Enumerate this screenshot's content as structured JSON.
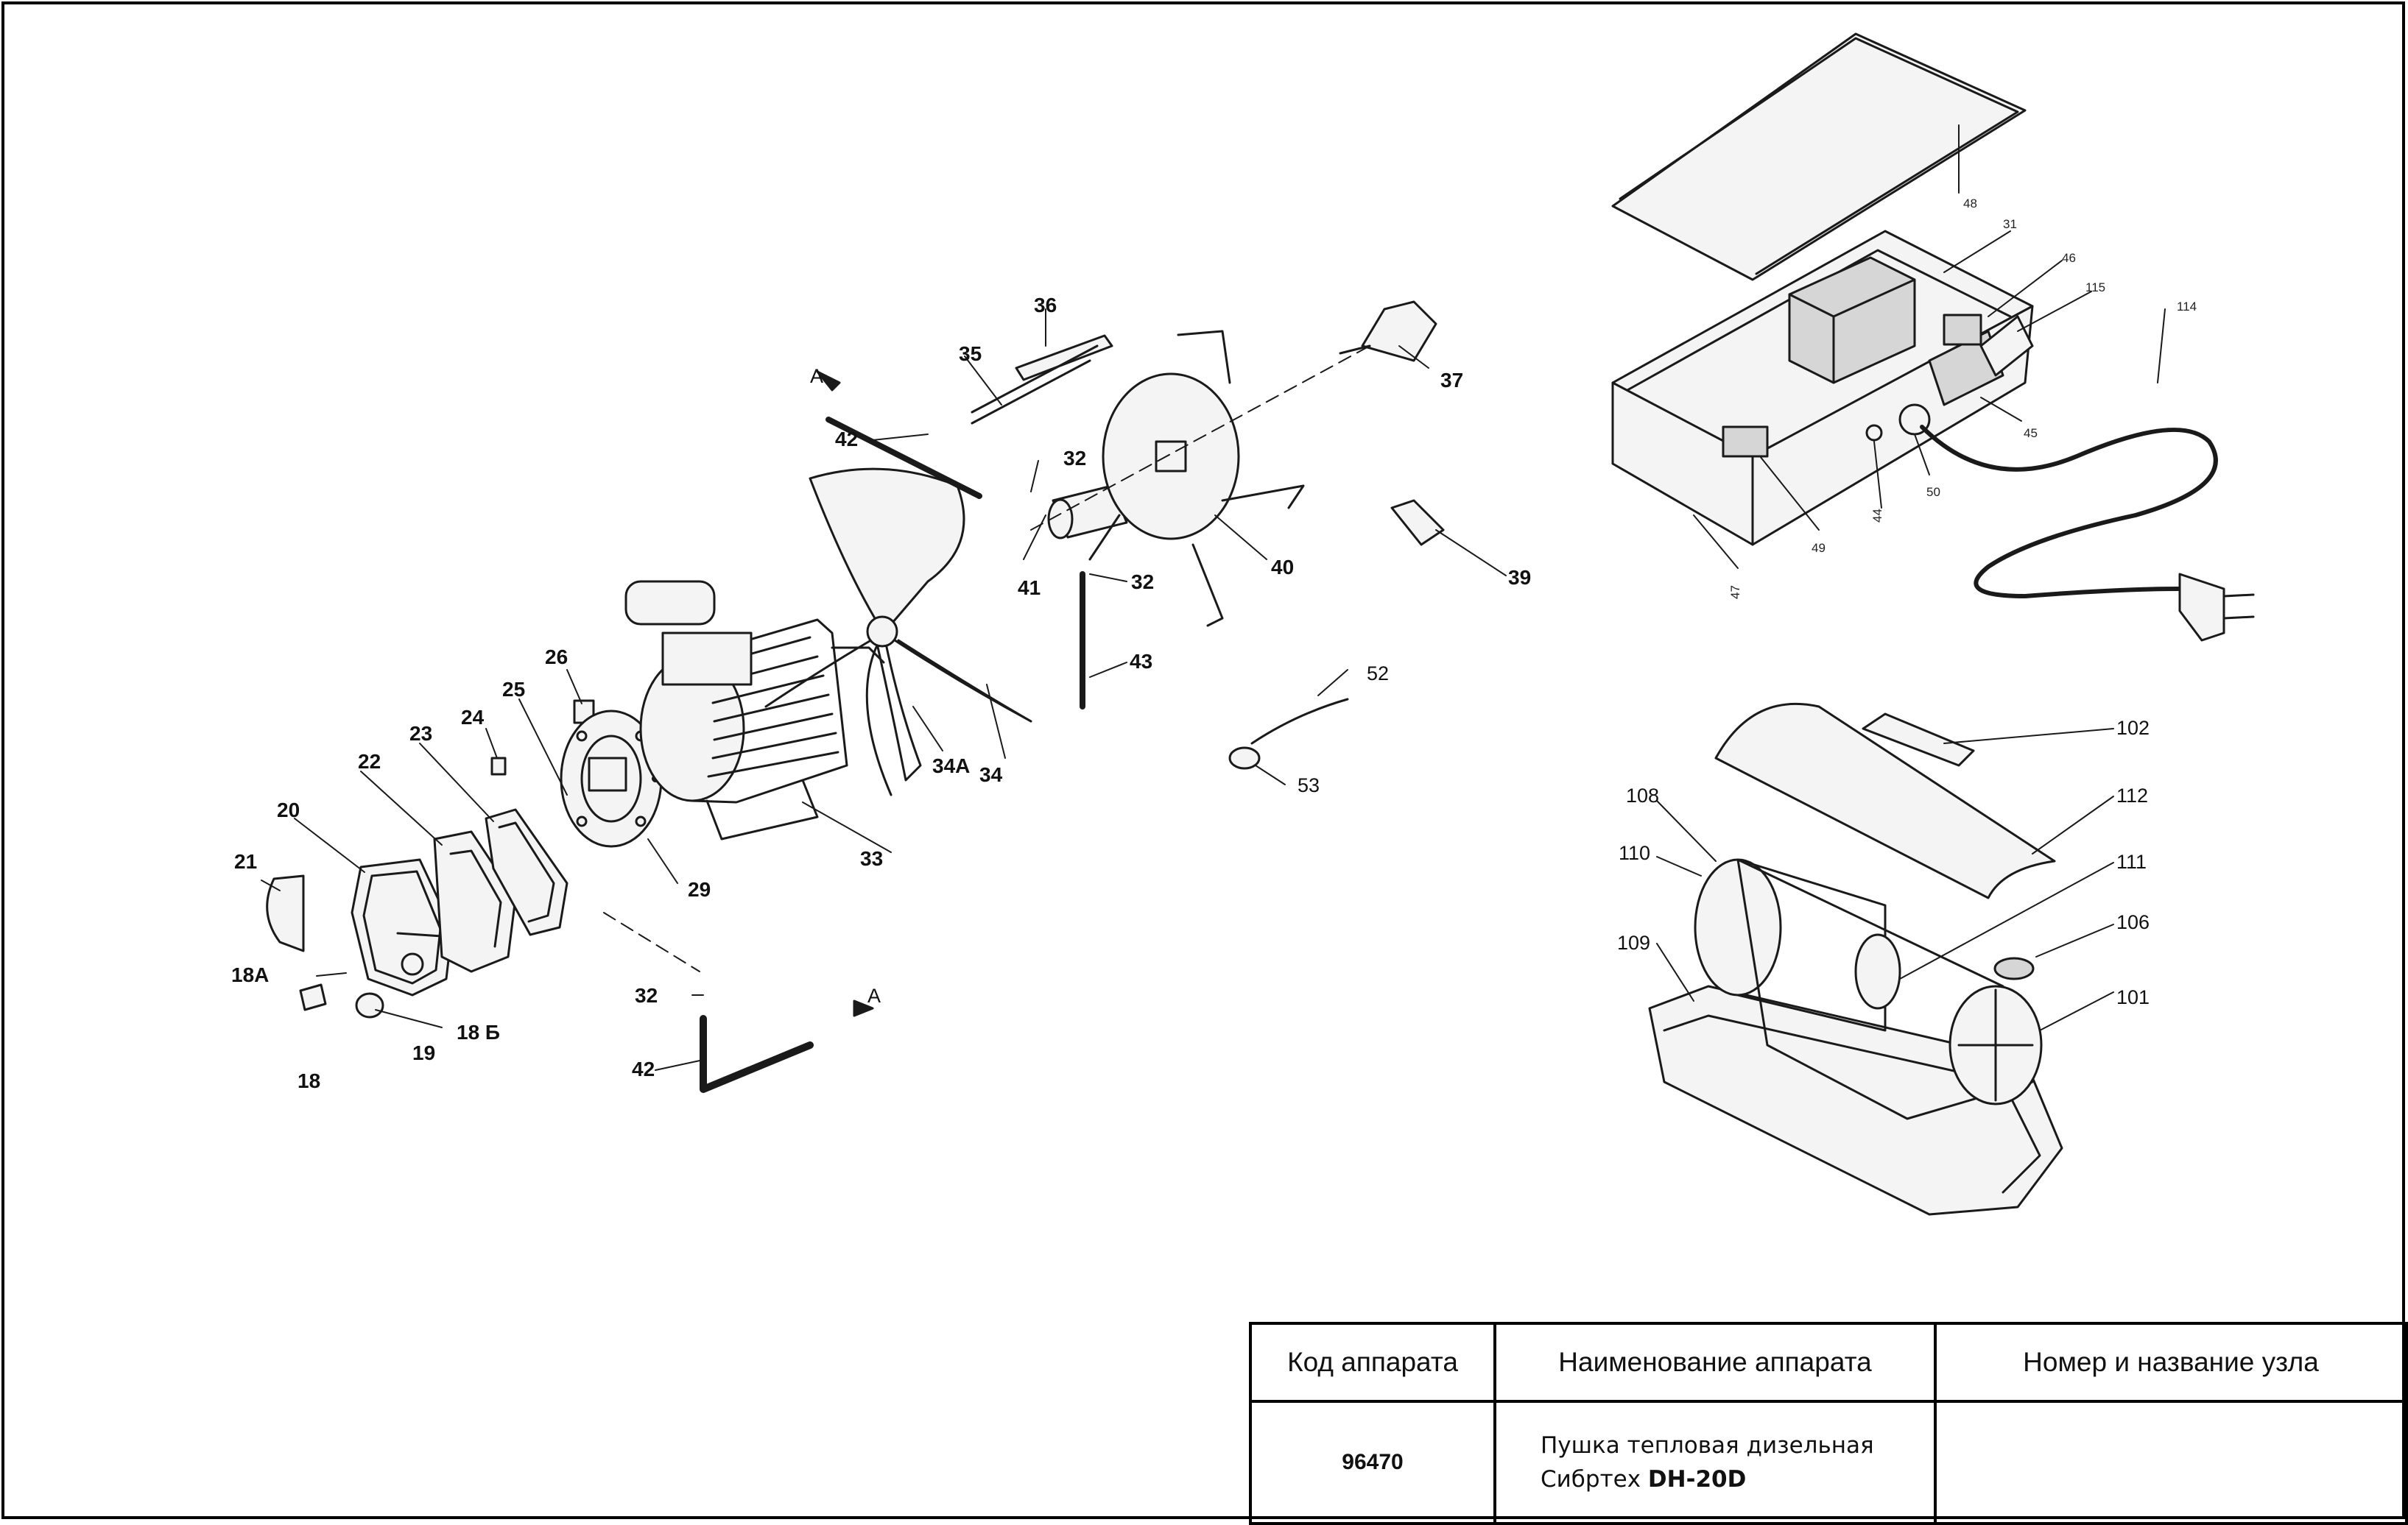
{
  "labels": {
    "l18": "18",
    "l18a": "18A",
    "l18b": "18 Б",
    "l19": "19",
    "l20": "20",
    "l21": "21",
    "l22": "22",
    "l23": "23",
    "l24": "24",
    "l25": "25",
    "l26": "26",
    "l29": "29",
    "l32a": "32",
    "l32b": "32",
    "l32c": "32",
    "l33": "33",
    "l34": "34",
    "l34a": "34А",
    "l35": "35",
    "l36": "36",
    "l37": "37",
    "l39": "39",
    "l40": "40",
    "l41": "41",
    "l42a": "42",
    "l42b": "42",
    "l43": "43",
    "lAa": "A",
    "lAb": "A",
    "l52": "52",
    "l53": "53",
    "l31": "31",
    "l44": "44",
    "l45": "45",
    "l46": "46",
    "l47": "47",
    "l48": "48",
    "l49": "49",
    "l50": "50",
    "l114": "114",
    "l115": "115",
    "l101": "101",
    "l102": "102",
    "l106": "106",
    "l108": "108",
    "l109": "109",
    "l110": "110",
    "l111": "111",
    "l112": "112"
  },
  "table": {
    "col1_header": "Код аппарата",
    "col2_header": "Наименование аппарата",
    "col3_header": "Номер и название узла",
    "code": "96470",
    "name_line1": "Пушка тепловая дизельная",
    "name_line2_prefix": "Сибртех ",
    "name_line2_model": "DH-20D",
    "node": ""
  },
  "colors": {
    "line": "#1a1a1a",
    "fill": "#f4f4f4",
    "shade": "#d6d6d6"
  }
}
